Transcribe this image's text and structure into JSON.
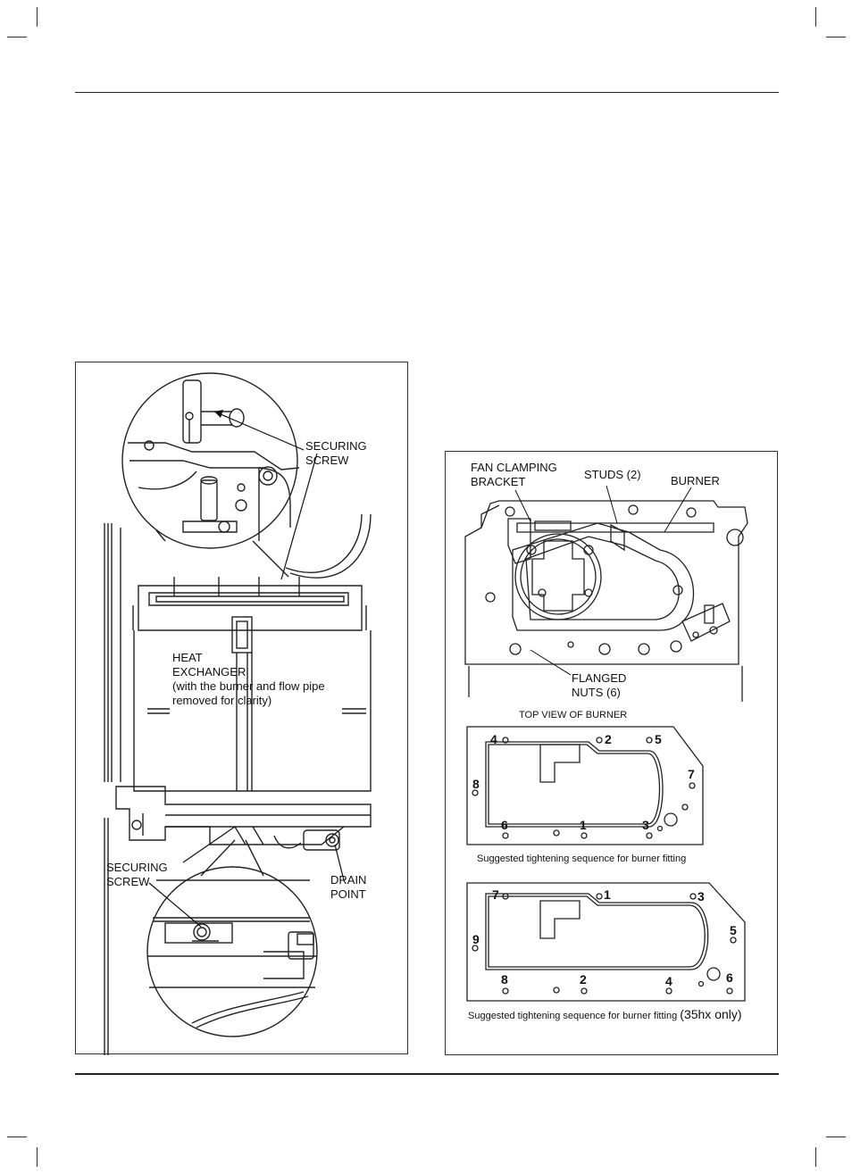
{
  "left_figure": {
    "label_securing_screw_top": [
      "SECURING",
      "SCREW"
    ],
    "label_heat_exchanger": [
      "HEAT",
      "EXCHANGER",
      "(with the burner and flow pipe",
      "removed for clarity)"
    ],
    "label_securing_screw_bottom": [
      "SECURING",
      "SCREW"
    ],
    "label_drain_point": [
      "DRAIN",
      "POINT"
    ]
  },
  "right_figure": {
    "label_fan_clamping_bracket": [
      "FAN CLAMPING",
      "BRACKET"
    ],
    "label_studs": "STUDS (2)",
    "label_burner": "BURNER",
    "label_flanged_nuts": [
      "FLANGED",
      "NUTS (6)"
    ],
    "caption_top_view": "TOP VIEW OF BURNER",
    "sequence_a": {
      "numbers": [
        "4",
        "2",
        "5",
        "7",
        "8",
        "6",
        "1",
        "3"
      ],
      "caption": "Suggested tightening sequence for burner fitting"
    },
    "sequence_b": {
      "numbers": [
        "7",
        "1",
        "3",
        "5",
        "9",
        "8",
        "2",
        "4",
        "6"
      ],
      "caption": "Suggested tightening sequence for burner fitting",
      "caption_suffix": "(35hx only)"
    }
  }
}
